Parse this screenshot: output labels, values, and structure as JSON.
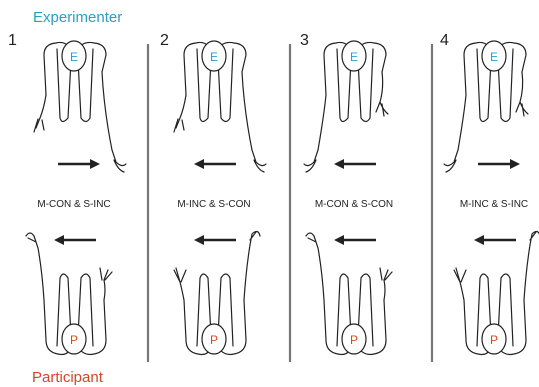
{
  "labels": {
    "experimenter": "Experimenter",
    "participant": "Participant",
    "experimenter_initial": "E",
    "participant_initial": "P"
  },
  "colors": {
    "experimenter": "#2a9fc7",
    "participant": "#d9452b",
    "ink": "#222222",
    "divider": "#777777"
  },
  "panels": [
    {
      "number": "1",
      "condition": "M-CON & S-INC",
      "experimenter_arrow": "right",
      "participant_arrow": "left",
      "experimenter_arm": "right",
      "participant_arm": "left"
    },
    {
      "number": "2",
      "condition": "M-INC & S-CON",
      "experimenter_arrow": "left",
      "participant_arrow": "left",
      "experimenter_arm": "right",
      "participant_arm": "right"
    },
    {
      "number": "3",
      "condition": "M-CON & S-CON",
      "experimenter_arrow": "left",
      "participant_arrow": "left",
      "experimenter_arm": "left",
      "participant_arm": "left"
    },
    {
      "number": "4",
      "condition": "M-INC & S-INC",
      "experimenter_arrow": "right",
      "participant_arrow": "left",
      "experimenter_arm": "left",
      "participant_arm": "right"
    }
  ]
}
